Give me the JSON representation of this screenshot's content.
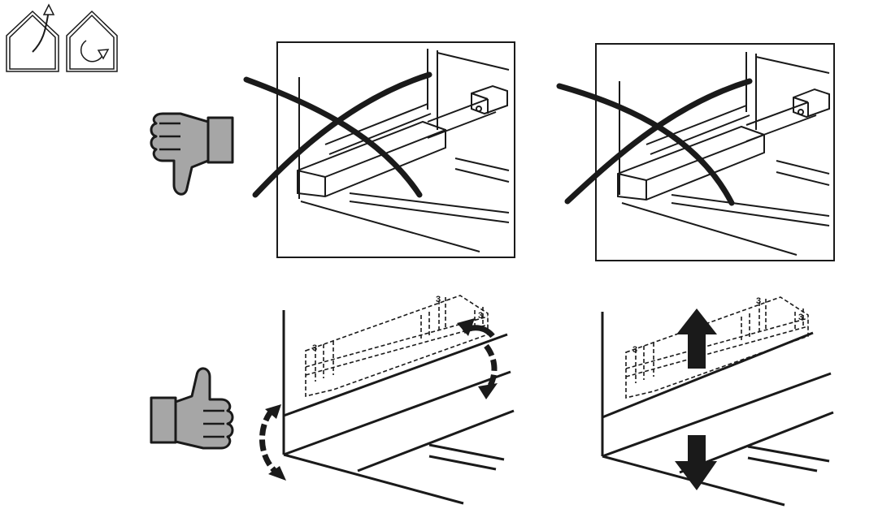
{
  "header_icons": [
    {
      "name": "house-exit-icon"
    },
    {
      "name": "house-rotate-icon"
    }
  ],
  "rows": [
    {
      "id": "incorrect",
      "verdict_icon": "thumbs-down-icon",
      "panels": [
        {
          "id": "incorrect-left",
          "mark": "cross-mark-icon"
        },
        {
          "id": "incorrect-right",
          "mark": "cross-mark-icon"
        }
      ]
    },
    {
      "id": "correct",
      "verdict_icon": "thumbs-up-icon",
      "panels": [
        {
          "id": "correct-left",
          "motion": "tilt-arrows"
        },
        {
          "id": "correct-right",
          "motion": "lift-arrows"
        }
      ],
      "hook_label": "3"
    }
  ],
  "colors": {
    "ink": "#1a1a1a",
    "hand_fill": "#a6a6a6",
    "cuff_fill": "#a6a6a6"
  }
}
